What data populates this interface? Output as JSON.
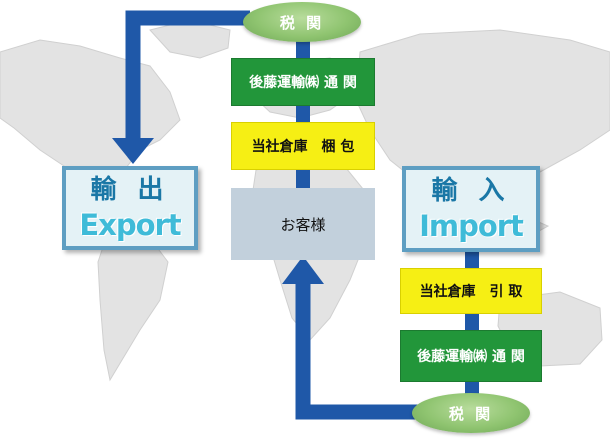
{
  "colors": {
    "arrow": "#1f58a8",
    "connector": "#1f58a8",
    "customs_green": "#22963a",
    "warehouse_yellow": "#f6ef14",
    "customer_grey": "#c2d0dc",
    "panel_border": "#5e9ec2",
    "panel_fill": "#e4f2f6",
    "oval_green": "#8fc470",
    "map_land": "#e2e2e2"
  },
  "export_flow": {
    "customs_oval": "税 関",
    "broker": "後藤運輸㈱ 通 関",
    "warehouse": "当社倉庫　梱 包"
  },
  "customer": "お客様",
  "export_panel": {
    "jp": "輸 出",
    "en": "Export"
  },
  "import_panel": {
    "jp": "輸 入",
    "en": "Import"
  },
  "import_flow": {
    "warehouse": "当社倉庫　引 取",
    "broker": "後藤運輸㈱ 通 関",
    "customs_oval": "税 関"
  }
}
